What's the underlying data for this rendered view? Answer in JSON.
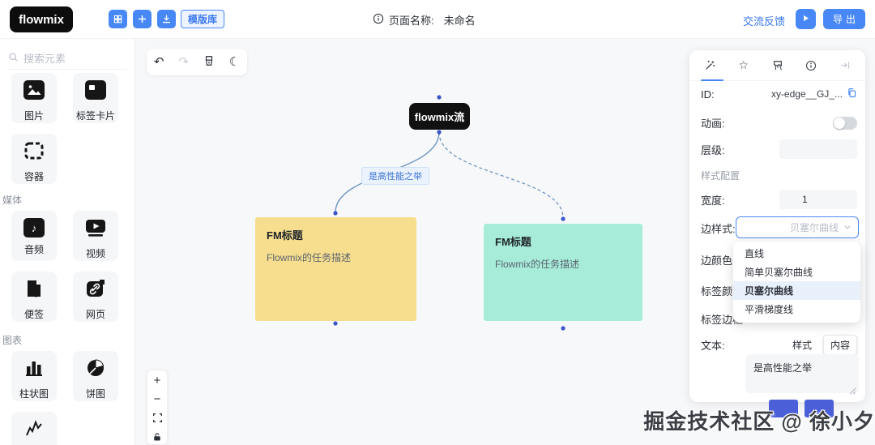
{
  "topbar": {
    "logo": "flowmix",
    "template_button": "模版库",
    "page_name_label": "页面名称:",
    "page_name_value": "未命名",
    "feedback_link": "交流反馈",
    "export_button": "导出"
  },
  "sidebar": {
    "search_placeholder": "搜索元素",
    "groups": [
      {
        "title": "",
        "items": [
          {
            "label": "图片"
          },
          {
            "label": "标签卡片"
          },
          {
            "label": "容器"
          }
        ]
      },
      {
        "title": "媒体",
        "items": [
          {
            "label": "音频"
          },
          {
            "label": "视频"
          },
          {
            "label": "便签"
          },
          {
            "label": "网页"
          }
        ]
      },
      {
        "title": "图表",
        "items": [
          {
            "label": "柱状图"
          },
          {
            "label": "饼图"
          }
        ]
      }
    ]
  },
  "canvas": {
    "node_label": "flowmix流",
    "edge_label": "是高性能之举",
    "cards": [
      {
        "title": "FM标题",
        "desc": "Flowmix的任务描述"
      },
      {
        "title": "FM标题",
        "desc": "Flowmix的任务描述"
      }
    ]
  },
  "panel": {
    "id_label": "ID:",
    "id_value": "xy-edge__GJ_...",
    "animation_label": "动画:",
    "layer_label": "层级:",
    "style_section": "样式配置",
    "width_label": "宽度:",
    "width_value": "1",
    "edge_style_label": "边样式:",
    "edge_style_placeholder": "贝塞尔曲线",
    "edge_color_label": "边颜色:",
    "label_color_label": "标签颜色",
    "label_border_label": "标签边框",
    "text_label": "文本:",
    "style_tab": "样式",
    "content_tab": "内容",
    "text_value": "是高性能之举",
    "dropdown_options": [
      "直线",
      "简单贝塞尔曲线",
      "贝塞尔曲线",
      "平滑梯度线"
    ],
    "selected_option": "贝塞尔曲线"
  },
  "watermark": "掘金技术社区 @ 徐小夕",
  "colors": {
    "accent_blue": "#4788f6",
    "link_blue": "#3a78f2",
    "node_black": "#111111",
    "card_yellow": "#f6de8e",
    "card_teal": "#a6ecd9",
    "edge_stroke": "#6c94c0",
    "handle_dot": "#3b55c9",
    "edge_label_bg": "#e9f2fd",
    "dropdown_selected_bg": "#e8f1fb",
    "hidden_button_blue": "#4b5fd9"
  },
  "icons": {
    "topbar": [
      "grid-icon",
      "plus-icon",
      "download-icon",
      "info-icon",
      "play-icon"
    ],
    "canvas_toolbar": [
      "undo-icon",
      "redo-icon",
      "brush-icon",
      "moon-icon"
    ],
    "zoom_controls": [
      "zoom-in-icon",
      "zoom-out-icon",
      "fit-view-icon",
      "lock-icon"
    ],
    "panel_tabs": [
      "wand-icon",
      "star-icon",
      "flag-icon",
      "info-circle-icon",
      "collapse-panel-icon"
    ],
    "misc": [
      "search-icon",
      "copy-icon",
      "chevron-down-icon"
    ]
  }
}
